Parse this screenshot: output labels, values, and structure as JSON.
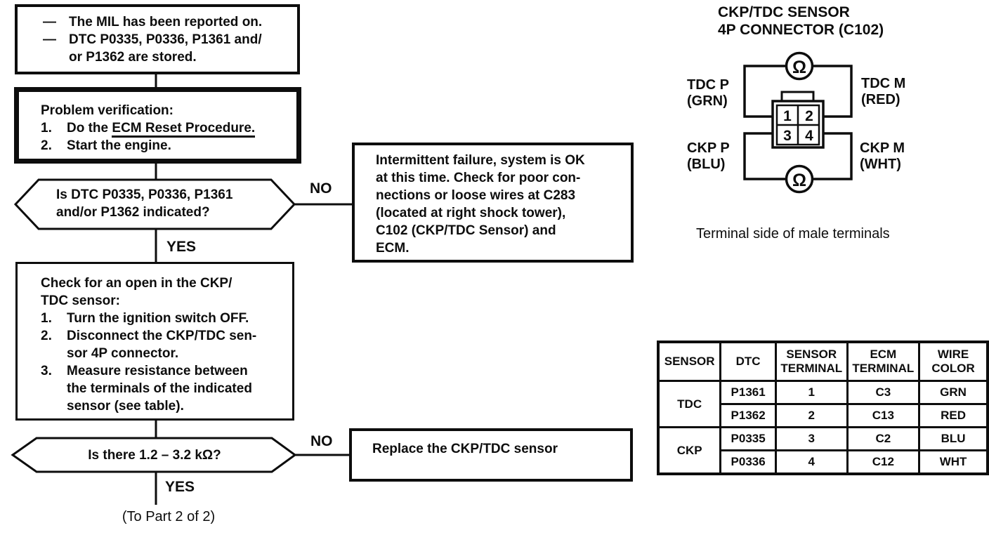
{
  "colors": {
    "ink": "#0d0d0d",
    "paper": "#ffffff"
  },
  "flowchart": {
    "mil_box": {
      "bullet": "—",
      "items": [
        {
          "lines": [
            "The MIL has been reported on."
          ]
        },
        {
          "lines": [
            "DTC P0335, P0336, P1361 and/",
            "or P1362 are stored."
          ]
        }
      ]
    },
    "problem_box": {
      "title": "Problem verification:",
      "steps": [
        {
          "num": "1.",
          "pre": "Do the ",
          "link_text": "ECM Reset Procedure."
        },
        {
          "num": "2.",
          "text": "Start the engine."
        }
      ]
    },
    "decision1": {
      "lines": [
        "Is DTC P0335, P0336, P1361",
        "and/or P1362 indicated?"
      ],
      "no": "NO",
      "yes": "YES"
    },
    "intermittent_box": {
      "lines": [
        "Intermittent failure, system is OK",
        "at this time. Check for poor con-",
        "nections or loose wires at C283",
        "(located at right shock tower),",
        "C102 (CKP/TDC Sensor) and",
        "ECM."
      ]
    },
    "check_box": {
      "title_lines": [
        "Check for an open in the CKP/",
        "TDC sensor:"
      ],
      "steps": [
        {
          "num": "1.",
          "lines": [
            "Turn the ignition switch OFF."
          ]
        },
        {
          "num": "2.",
          "lines": [
            "Disconnect the CKP/TDC sen-",
            "sor 4P connector."
          ]
        },
        {
          "num": "3.",
          "lines": [
            "Measure resistance between",
            "the terminals of the indicated",
            "sensor (see table)."
          ]
        }
      ]
    },
    "decision2": {
      "text": "Is there 1.2 – 3.2 kΩ?",
      "no": "NO",
      "yes": "YES"
    },
    "replace_box": {
      "text": "Replace the CKP/TDC sensor"
    },
    "exit_label": "(To Part 2 of 2)"
  },
  "connector_diagram": {
    "title_lines": [
      "CKP/TDC SENSOR",
      "4P CONNECTOR (C102)"
    ],
    "ohm_symbol": "Ω",
    "terminals": [
      "1",
      "2",
      "3",
      "4"
    ],
    "labels": {
      "top_left": [
        "TDC P",
        "(GRN)"
      ],
      "top_right": [
        "TDC M",
        "(RED)"
      ],
      "bottom_left": [
        "CKP P",
        "(BLU)"
      ],
      "bottom_right": [
        "CKP M",
        "(WHT)"
      ]
    },
    "caption": "Terminal side of male terminals"
  },
  "table": {
    "headers": [
      {
        "lines": [
          "SENSOR"
        ]
      },
      {
        "lines": [
          "DTC"
        ]
      },
      {
        "lines": [
          "SENSOR",
          "TERMINAL"
        ]
      },
      {
        "lines": [
          "ECM",
          "TERMINAL"
        ]
      },
      {
        "lines": [
          "WIRE",
          "COLOR"
        ]
      }
    ],
    "rows": [
      {
        "sensor": "TDC",
        "dtc": "P1361",
        "sensor_terminal": "1",
        "ecm_terminal": "C3",
        "wire_color": "GRN"
      },
      {
        "dtc": "P1362",
        "sensor_terminal": "2",
        "ecm_terminal": "C13",
        "wire_color": "RED"
      },
      {
        "sensor": "CKP",
        "dtc": "P0335",
        "sensor_terminal": "3",
        "ecm_terminal": "C2",
        "wire_color": "BLU"
      },
      {
        "dtc": "P0336",
        "sensor_terminal": "4",
        "ecm_terminal": "C12",
        "wire_color": "WHT"
      }
    ]
  }
}
